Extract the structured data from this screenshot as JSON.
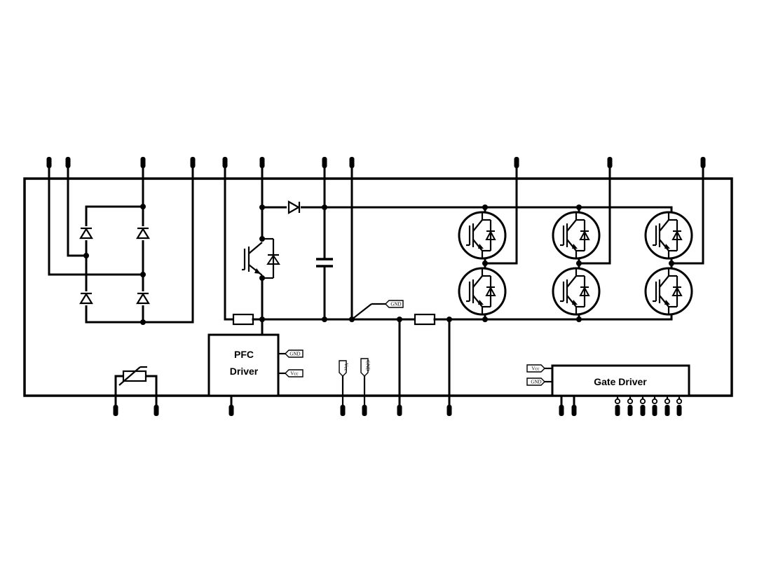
{
  "labels": {
    "pfc_line1": "PFC",
    "pfc_line2": "Driver",
    "gate_driver": "Gate Driver"
  },
  "tags": {
    "gnd": "GND",
    "vcc": "Vcc"
  },
  "colors": {
    "ink": "#000000",
    "background": "#ffffff"
  },
  "icons": {
    "rectifier_diode": "diode-icon",
    "switch": "igbt-icon",
    "capacitor": "capacitor-icon",
    "resistor": "resistor-icon",
    "thermistor": "thermistor-icon"
  }
}
